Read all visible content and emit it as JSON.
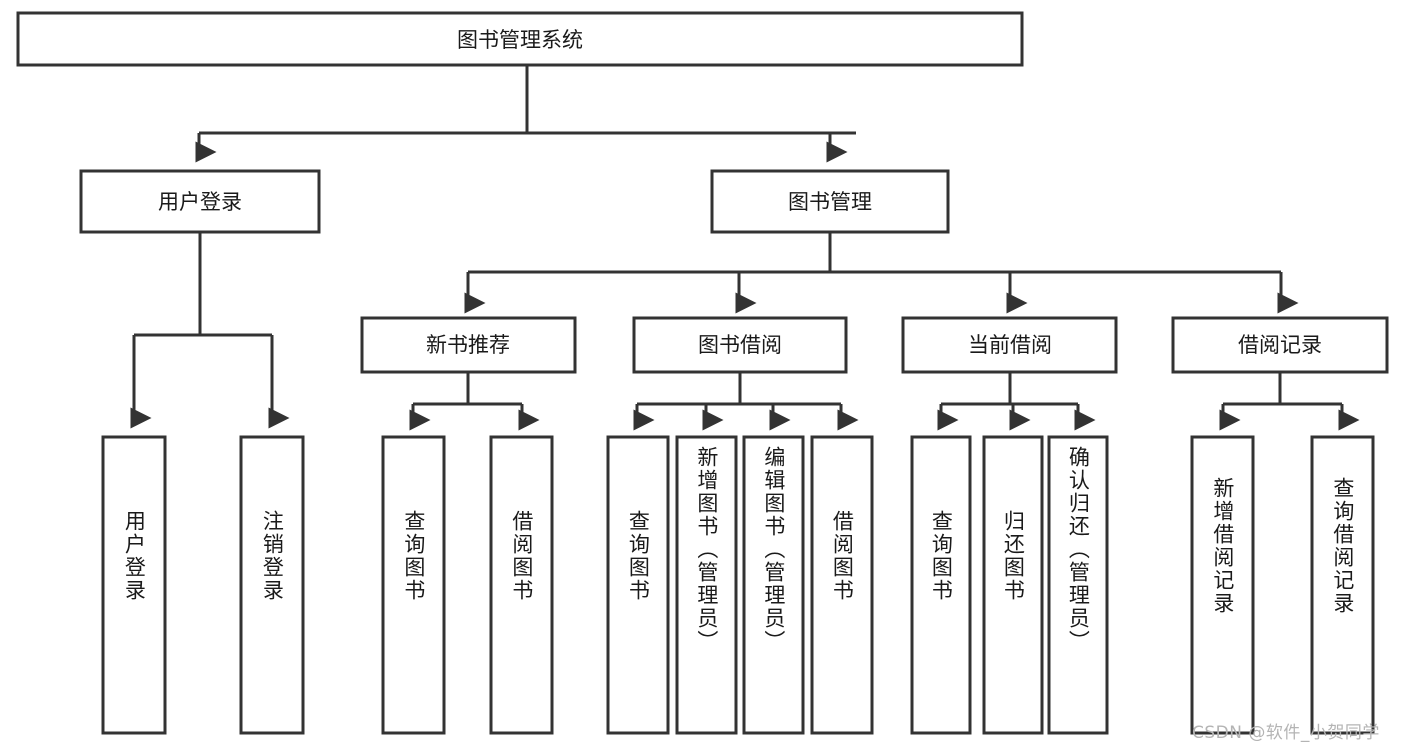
{
  "diagram": {
    "type": "tree",
    "title": "图书管理系统",
    "orientation": "top-down",
    "colors": {
      "box_stroke": "#333333",
      "box_fill": "#ffffff",
      "text": "#1a1a1a",
      "background": "#ffffff",
      "watermark": "#b4b4b4"
    },
    "root": {
      "label": "图书管理系统"
    },
    "level1": [
      {
        "id": "user-login",
        "label": "用户登录"
      },
      {
        "id": "book-manage",
        "label": "图书管理"
      }
    ],
    "level2": [
      {
        "id": "new-book-recommend",
        "label": "新书推荐",
        "parent": "book-manage"
      },
      {
        "id": "book-borrow",
        "label": "图书借阅",
        "parent": "book-manage"
      },
      {
        "id": "current-borrow",
        "label": "当前借阅",
        "parent": "book-manage"
      },
      {
        "id": "borrow-record",
        "label": "借阅记录",
        "parent": "book-manage"
      }
    ],
    "leaves": [
      {
        "id": "leaf-user-login",
        "label": "用户登录",
        "parent": "user-login"
      },
      {
        "id": "leaf-user-logout",
        "label": "注销登录",
        "parent": "user-login"
      },
      {
        "id": "leaf-query-book-1",
        "label": "查询图书",
        "parent": "new-book-recommend"
      },
      {
        "id": "leaf-borrow-book-1",
        "label": "借阅图书",
        "parent": "new-book-recommend"
      },
      {
        "id": "leaf-query-book-2",
        "label": "查询图书",
        "parent": "book-borrow"
      },
      {
        "id": "leaf-add-book",
        "label": "新增图书（管理员）",
        "parent": "book-borrow"
      },
      {
        "id": "leaf-edit-book",
        "label": "编辑图书（管理员）",
        "parent": "book-borrow"
      },
      {
        "id": "leaf-borrow-book-2",
        "label": "借阅图书",
        "parent": "book-borrow"
      },
      {
        "id": "leaf-query-book-3",
        "label": "查询图书",
        "parent": "current-borrow"
      },
      {
        "id": "leaf-return-book",
        "label": "归还图书",
        "parent": "current-borrow"
      },
      {
        "id": "leaf-confirm-return",
        "label": "确认归还（管理员）",
        "parent": "current-borrow"
      },
      {
        "id": "leaf-add-record",
        "label": "新增借阅记录",
        "parent": "borrow-record"
      },
      {
        "id": "leaf-query-record",
        "label": "查询借阅记录",
        "parent": "borrow-record"
      }
    ]
  },
  "watermark": {
    "text": "CSDN @软件_小贺同学"
  }
}
